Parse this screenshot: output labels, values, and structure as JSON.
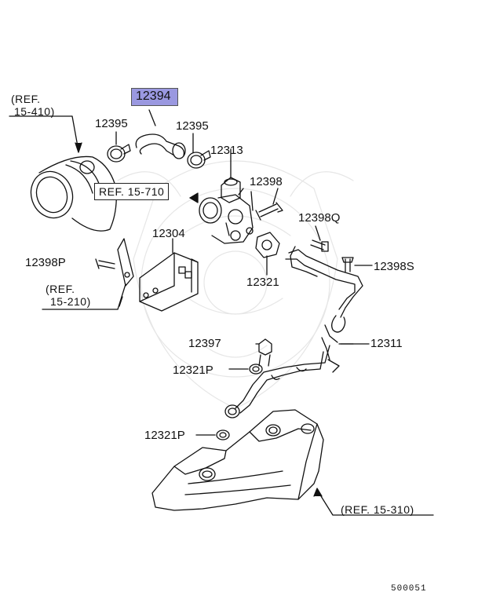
{
  "parts": {
    "p12394": "12394",
    "p12395a": "12395",
    "p12395b": "12395",
    "p12313": "12313",
    "p12398": "12398",
    "p12398q": "12398Q",
    "p12304": "12304",
    "p12398p": "12398P",
    "p12321": "12321",
    "p12398s": "12398S",
    "p12397": "12397",
    "p12311": "12311",
    "p12321p_a": "12321P",
    "p12321p_b": "12321P"
  },
  "refs": {
    "r15410_a": "(REF.",
    "r15410_b": "15-410)",
    "r15710": "REF. 15-710",
    "r15210_a": "(REF.",
    "r15210_b": "15-210)",
    "r15310": "(REF. 15-310)"
  },
  "diagram_code": "500051",
  "colors": {
    "highlight": "#9a98e0",
    "line": "#111111",
    "watermark": "#e8e8e8"
  }
}
